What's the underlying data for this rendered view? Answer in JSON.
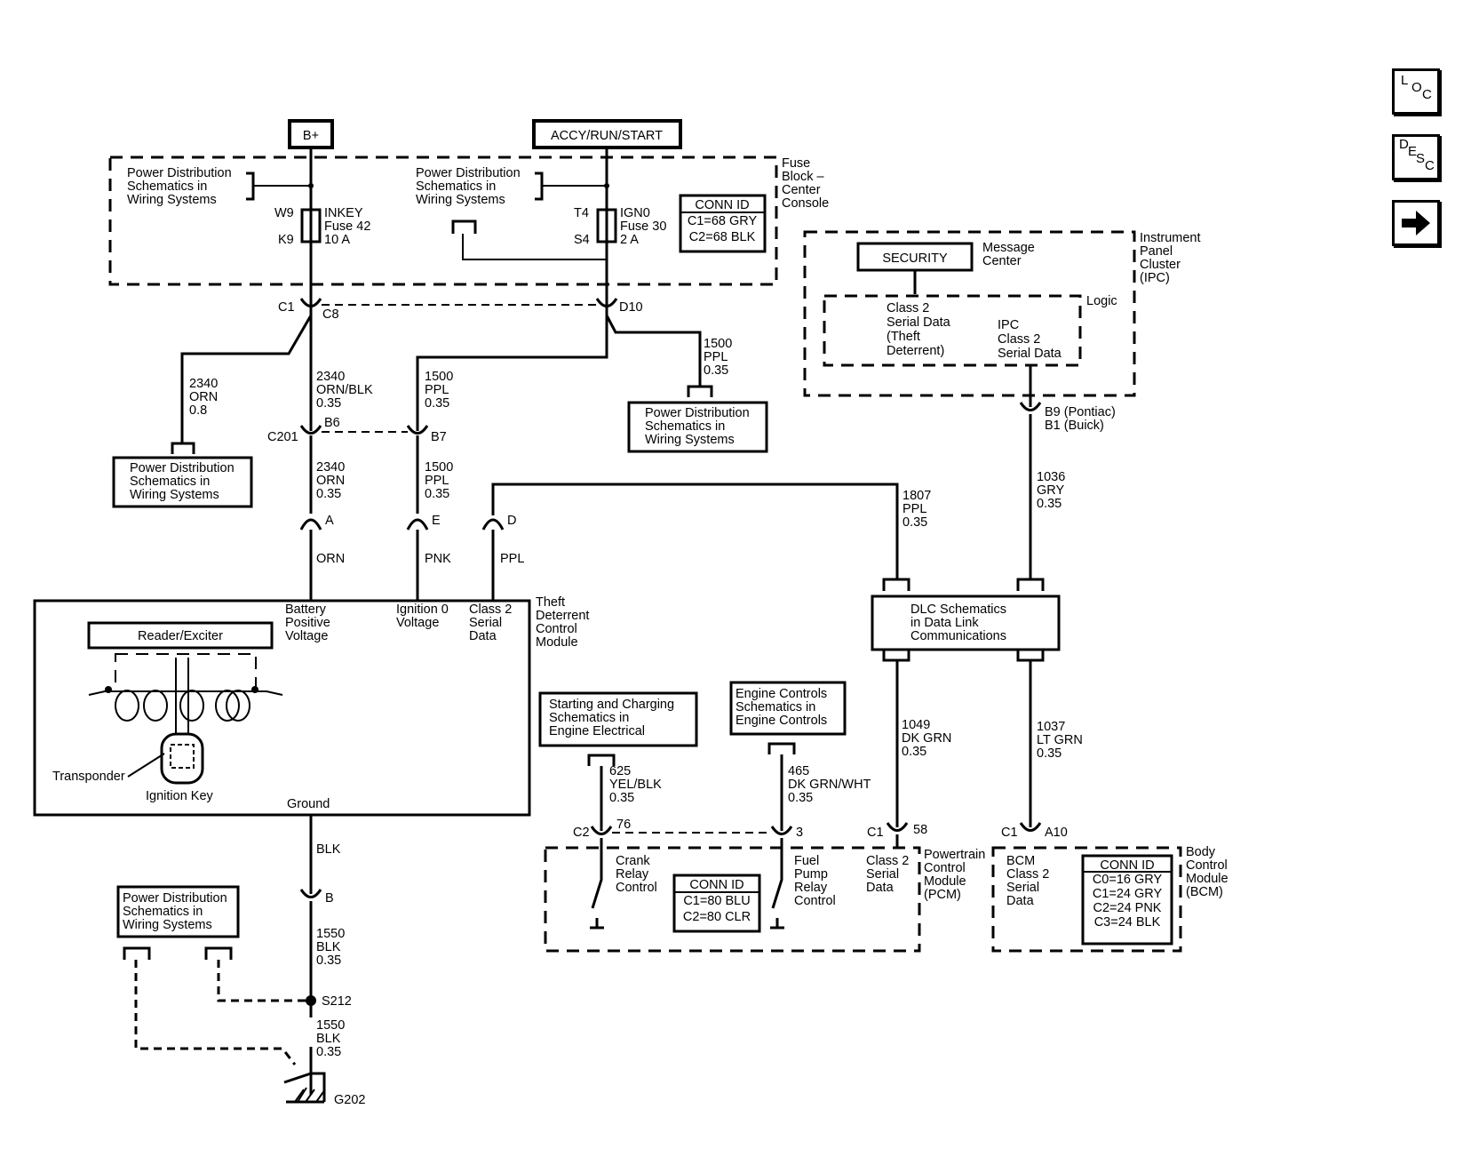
{
  "nav": {
    "loc": [
      "L",
      "O",
      "C"
    ],
    "desc": [
      "D",
      "E",
      "S",
      "C"
    ],
    "next_icon": "arrow-right-icon"
  },
  "labels": {
    "bplus": "B+",
    "accy": "ACCY/RUN/START",
    "pd_lines": [
      "Power Distribution",
      "Schematics in",
      "Wiring  Systems"
    ],
    "w9": "W9",
    "k9": "K9",
    "inkey": [
      "INKEY",
      "Fuse 42",
      "10 A"
    ],
    "t4": "T4",
    "s4": "S4",
    "ign0": [
      "IGN0",
      "Fuse 30",
      "2 A"
    ],
    "conn1": [
      "CONN ID",
      "C1=68 GRY",
      "C2=68 BLK"
    ],
    "fuseblock": [
      "Fuse",
      "Block –",
      "Center",
      "Console"
    ],
    "c1": "C1",
    "c8": "C8",
    "d10": "D10",
    "w2340a": [
      "2340",
      "ORN",
      "0.8"
    ],
    "w2340b": [
      "2340",
      "ORN/BLK",
      "0.35"
    ],
    "w1500a": [
      "1500",
      "PPL",
      "0.35"
    ],
    "w1500b": [
      "1500",
      "PPL",
      "0.35"
    ],
    "c201": "C201",
    "b6": "B6",
    "b7": "B7",
    "w2340c": [
      "2340",
      "ORN",
      "0.35"
    ],
    "w1500c": [
      "1500",
      "PPL",
      "0.35"
    ],
    "pin_a": "A",
    "pin_e": "E",
    "pin_d": "D",
    "orn": "ORN",
    "pnk": "PNK",
    "ppl": "PPL",
    "tdcm_bat": [
      "Battery",
      "Positive",
      "Voltage"
    ],
    "tdcm_ign": [
      "Ignition 0",
      "Voltage"
    ],
    "tdcm_cls": [
      "Class 2",
      "Serial",
      "Data"
    ],
    "tdcm": [
      "Theft",
      "Deterrent",
      "Control",
      "Module"
    ],
    "reader": "Reader/Exciter",
    "transponder": "Transponder",
    "igkey": "Ignition Key",
    "ground": "Ground",
    "blk": "BLK",
    "pin_b": "B",
    "w1550a": [
      "1550",
      "BLK",
      "0.35"
    ],
    "s212": "S212",
    "w1550b": [
      "1550",
      "BLK",
      "0.35"
    ],
    "g202": "G202",
    "security": "SECURITY",
    "msgcenter": [
      "Message",
      "Center"
    ],
    "ipc": [
      "Instrument",
      "Panel",
      "Cluster",
      "(IPC)"
    ],
    "logic": "Logic",
    "cls2theft": [
      "Class 2",
      "Serial Data",
      "(Theft",
      "Deterrent)"
    ],
    "ipccls2": [
      "IPC",
      "Class 2",
      "Serial Data"
    ],
    "b9": [
      "B9 (Pontiac)",
      "B1 (Buick)"
    ],
    "w1807": [
      "1807",
      "PPL",
      "0.35"
    ],
    "w1036": [
      "1036",
      "GRY",
      "0.35"
    ],
    "dlc": [
      "DLC Schematics",
      "in Data Link",
      "Communications"
    ],
    "starting": [
      "Starting and Charging",
      "Schematics in",
      "Engine Electrical"
    ],
    "engine": [
      "Engine Controls",
      "Schematics in",
      "Engine Controls"
    ],
    "w625": [
      "625",
      "YEL/BLK",
      "0.35"
    ],
    "w465": [
      "465",
      "DK GRN/WHT",
      "0.35"
    ],
    "w1049": [
      "1049",
      "DK GRN",
      "0.35"
    ],
    "w1037": [
      "1037",
      "LT GRN",
      "0.35"
    ],
    "c2": "C2",
    "p76": "76",
    "p3": "3",
    "c1b": "C1",
    "p58": "58",
    "c1c": "C1",
    "pa10": "A10",
    "crank": [
      "Crank",
      "Relay",
      "Control"
    ],
    "conn2": [
      "CONN ID",
      "C1=80 BLU",
      "C2=80 CLR"
    ],
    "fuelpump": [
      "Fuel",
      "Pump",
      "Relay",
      "Control"
    ],
    "pcmcls": [
      "Class 2",
      "Serial",
      "Data"
    ],
    "pcm": [
      "Powertrain",
      "Control",
      "Module",
      "(PCM)"
    ],
    "bcmcls": [
      "BCM",
      "Class 2",
      "Serial",
      "Data"
    ],
    "conn3": [
      "CONN ID",
      "C0=16 GRY",
      "C1=24 GRY",
      "C2=24 PNK",
      "C3=24 BLK"
    ],
    "bcm": [
      "Body",
      "Control",
      "Module",
      "(BCM)"
    ]
  }
}
